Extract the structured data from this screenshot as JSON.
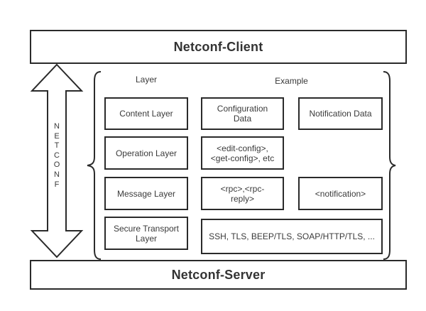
{
  "diagram": {
    "client_label": "Netconf-Client",
    "server_label": "Netconf-Server",
    "arrow_letters": "N\nE\nT\nC\nO\nN\nF",
    "headers": {
      "layer": "Layer",
      "example": "Example"
    },
    "layers": [
      {
        "name": "Content Layer",
        "examples": [
          "Configuration Data",
          "Notification Data"
        ]
      },
      {
        "name": "Operation Layer",
        "examples": [
          "<edit-config>, <get-config>, etc"
        ]
      },
      {
        "name": "Message Layer",
        "examples": [
          "<rpc>,<rpc-reply>",
          "<notification>"
        ]
      },
      {
        "name": "Secure Transport Layer",
        "examples": [
          "SSH, TLS, BEEP/TLS, SOAP/HTTP/TLS, ..."
        ]
      }
    ],
    "colors": {
      "line": "#2a2a2a",
      "text": "#3a3a3a",
      "background": "#ffffff"
    }
  }
}
